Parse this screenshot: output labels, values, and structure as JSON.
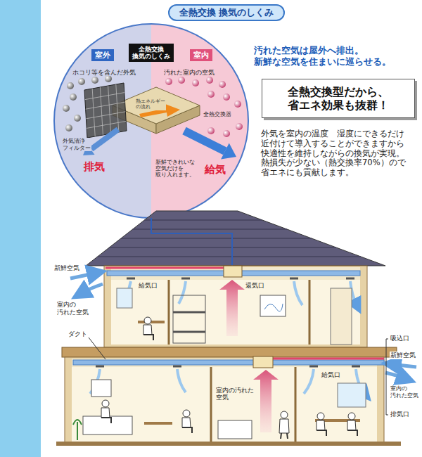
{
  "diagram": {
    "title": "全熱交換 換気のしくみ",
    "nodes": [
      {
        "text": [
          "室外"
        ]
      },
      {
        "text": [
          "全熱交換 換気のしくみ"
        ]
      },
      {
        "text": [
          "室内"
        ]
      },
      {
        "text": [
          "全熱交換型だから、 省エネ効果も抜群！"
        ]
      }
    ],
    "labels": [
      "ホコリ等を含んだ外気",
      "汚れた室内の空気",
      "外気清浄 フィルター",
      "熱エネルギー の流れ",
      "全熱交換器",
      "排気",
      "新鮮できれいな 空気だけを 取り入れます。",
      "給気",
      "汚れた空気は屋外へ排出。 新鮮な空気を住まいに巡らせる。",
      "外気を室内の温度　湿度にできるだけ 近付けて導入することができますから 快適性を維持しながらの換気が実現。 熱損失が少ない（熱交換率70%）ので 省エネにも貢献します。",
      "新鮮空気",
      "給気口",
      "還気口",
      "室内の 汚れた空気",
      "ダクト",
      "吸込口",
      "新鮮空気",
      "給気口",
      "室内の 汚れた空気",
      "室内の汚れた 空気",
      "排気口"
    ]
  }
}
